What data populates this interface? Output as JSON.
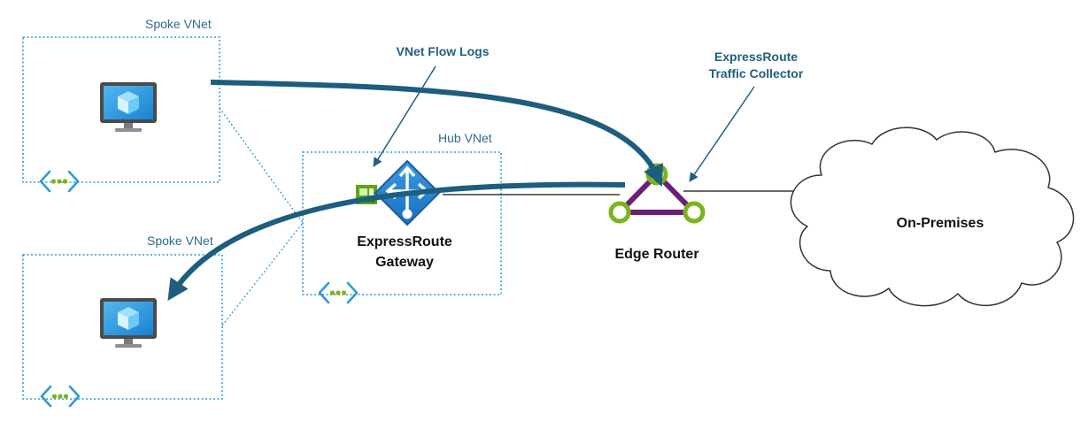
{
  "colors": {
    "vnet_border": "#2e9bd6",
    "vnet_label": "#2e6b8e",
    "flow_arrow": "#1d5d7e",
    "callout_text": "#1f5f7f",
    "router_purple": "#6b1f7b",
    "router_green": "#7ab41d",
    "monitor_blue": "#1490df",
    "link_line": "#111111",
    "cloud_stroke": "#333333"
  },
  "icons": {
    "vm": "virtual-machine-icon",
    "vnet": "vnet-peering-icon",
    "gateway": "expressroute-gateway-icon",
    "nic": "network-interface-icon",
    "router": "edge-router-icon",
    "cloud": "on-premises-cloud-icon"
  },
  "spoke_top": {
    "label": "Spoke VNet"
  },
  "spoke_bottom": {
    "label": "Spoke VNet"
  },
  "hub": {
    "label": "Hub VNet",
    "gateway_line1": "ExpressRoute",
    "gateway_line2": "Gateway"
  },
  "callouts": {
    "flow_logs": "VNet Flow Logs",
    "collector_line1": "ExpressRoute",
    "collector_line2": "Traffic Collector"
  },
  "edge_router": {
    "label": "Edge Router"
  },
  "on_premises": {
    "label": "On-Premises"
  }
}
